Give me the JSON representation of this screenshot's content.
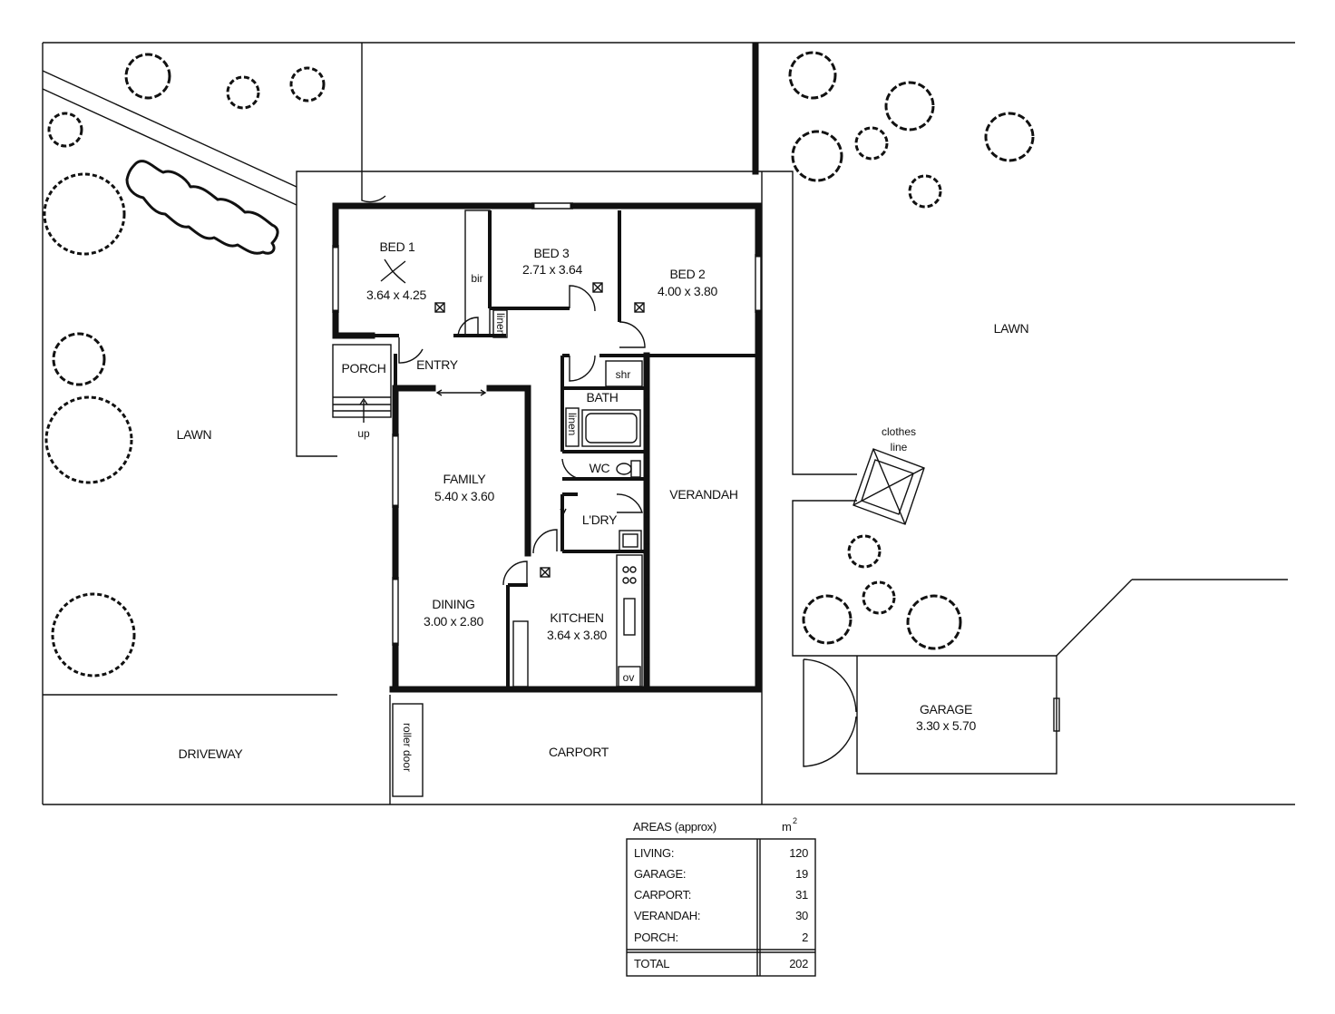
{
  "rooms": {
    "bed1": {
      "name": "BED 1",
      "dims": "3.64 x 4.25"
    },
    "bed3": {
      "name": "BED 3",
      "dims": "2.71 x 3.64"
    },
    "bed2": {
      "name": "BED 2",
      "dims": "4.00 x 3.80"
    },
    "family": {
      "name": "FAMILY",
      "dims": "5.40 x 3.60"
    },
    "dining": {
      "name": "DINING",
      "dims": "3.00 x 2.80"
    },
    "kitchen": {
      "name": "KITCHEN",
      "dims": "3.64 x 3.80"
    },
    "garage": {
      "name": "GARAGE",
      "dims": "3.30 x 5.70"
    },
    "porch": "PORCH",
    "entry": "ENTRY",
    "bath": "BATH",
    "shr": "shr",
    "wc": "WC",
    "laundry": "L'DRY",
    "verandah": "VERANDAH",
    "carport": "CARPORT",
    "bir": "bir",
    "linen1": "linen",
    "linen2": "linen",
    "ov": "ov"
  },
  "outdoor": {
    "lawn_left": "LAWN",
    "lawn_right": "LAWN",
    "driveway": "DRIVEWAY",
    "roller_door": "roller door",
    "clothes_line_1": "clothes",
    "clothes_line_2": "line",
    "up": "up"
  },
  "areas": {
    "title": "AREAS (approx)",
    "unit": "m",
    "unit_sup": "2",
    "rows": [
      {
        "label": "LIVING:",
        "value": "120"
      },
      {
        "label": "GARAGE:",
        "value": "19"
      },
      {
        "label": "CARPORT:",
        "value": "31"
      },
      {
        "label": "VERANDAH:",
        "value": "30"
      },
      {
        "label": "PORCH:",
        "value": "2"
      }
    ],
    "total_label": "TOTAL",
    "total_value": "202"
  }
}
